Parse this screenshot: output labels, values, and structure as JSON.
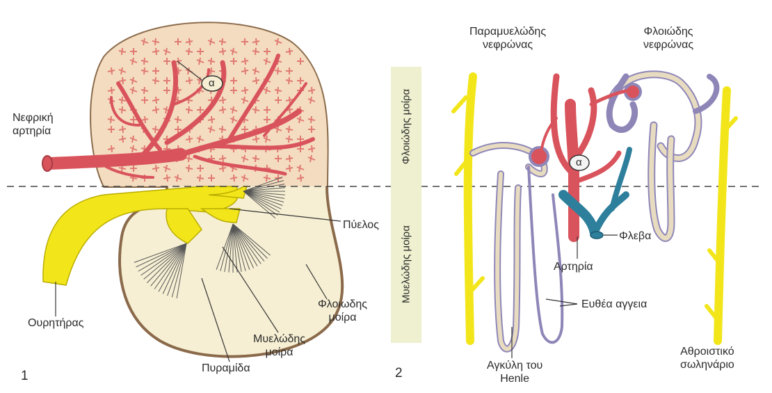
{
  "panel1": {
    "number": "1",
    "labels": {
      "renal_artery": "Νεφρική\nαρτηρία",
      "pelvis": "Πύελος",
      "ureter": "Ουρητήρας",
      "pyramid": "Πυραμίδα",
      "medulla": "Μυελώδης\nμοίρα",
      "cortex": "Φλοιωδης\nμοίρα",
      "marker": "α"
    }
  },
  "panel2": {
    "number": "2",
    "band_cortex": "Φλοιώδης μοίρα",
    "band_medulla": "Μυελώδης μοίρα",
    "labels": {
      "juxtamedullary": "Παραμυελώδης\nνεφρώνας",
      "cortical": "Φλοιώδης\nνεφρώνας",
      "vein": "Φλεβα",
      "artery": "Αρτηρία",
      "vasa_recta": "Ευθέα αγγεια",
      "collecting": "Αθροιστικό\nσωληνάριο",
      "henle": "Αγκύλη του\nHenle",
      "marker": "α"
    }
  },
  "colors": {
    "artery": "#d9535c",
    "vein": "#2e7f9c",
    "ureter": "#f2e61a",
    "cortex_fill": "#f4dcc0",
    "medulla_fill": "#f6efd3",
    "outline": "#8a6a4a",
    "tubule": "#e8dcc0",
    "tubule_edge": "#8f86b8",
    "band": "#eef0cf"
  }
}
